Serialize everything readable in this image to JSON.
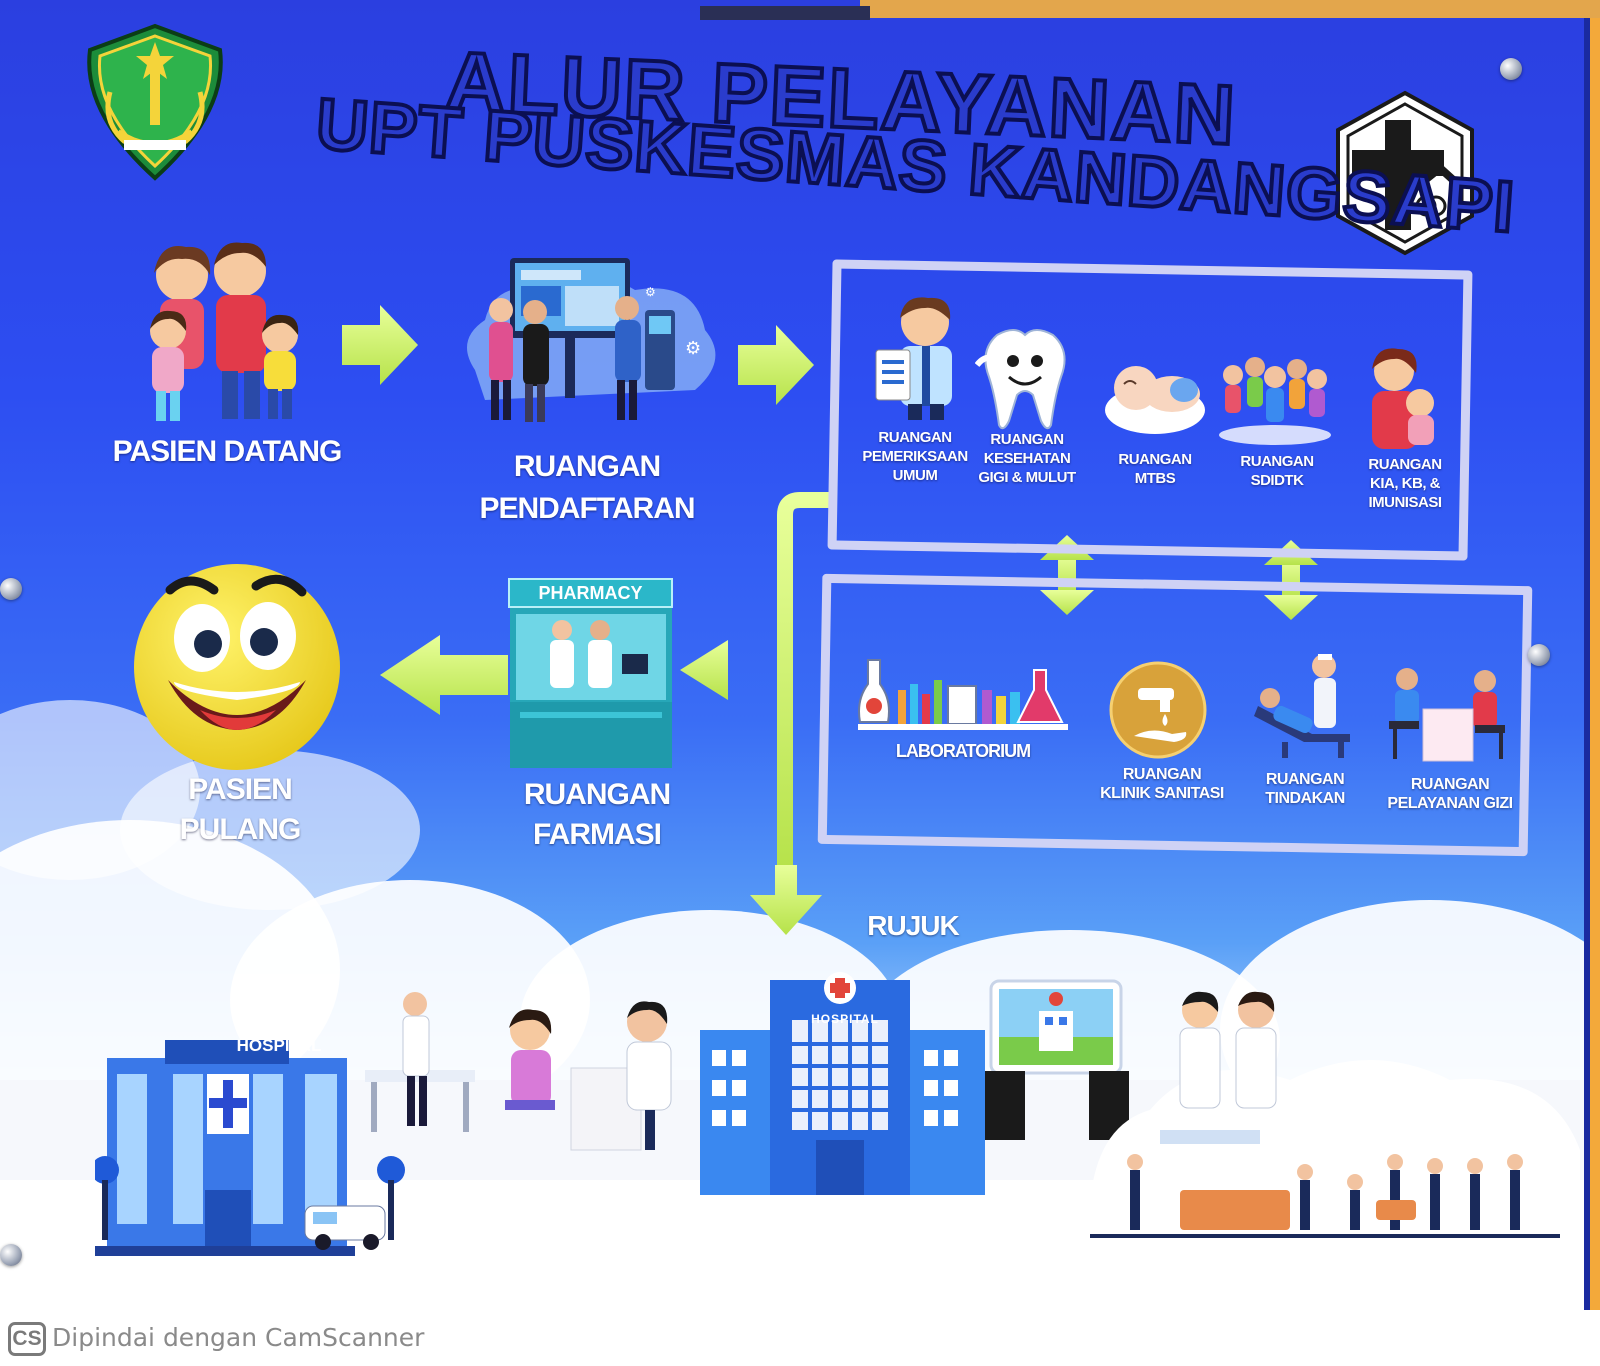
{
  "title": {
    "line1": "ALUR PELAYANAN",
    "line2": "UPT PUSKESMAS KANDANGSAPI"
  },
  "steps": {
    "patient_arrive": "PASIEN DATANG",
    "registration": [
      "RUANGAN",
      "PENDAFTARAN"
    ],
    "pharmacy_sign": "PHARMACY",
    "pharmacy": [
      "RUANGAN",
      "FARMASI"
    ],
    "patient_leave": [
      "PASIEN",
      "PULANG"
    ],
    "referral": "RUJUK"
  },
  "rooms_top": [
    {
      "lines": [
        "RUANGAN",
        "PEMERIKSAAN",
        "UMUM"
      ],
      "icon": "doctor-clipboard-icon"
    },
    {
      "lines": [
        "RUANGAN",
        "KESEHATAN",
        "GIGI & MULUT"
      ],
      "icon": "tooth-icon"
    },
    {
      "lines": [
        "RUANGAN",
        "MTBS"
      ],
      "icon": "baby-icon"
    },
    {
      "lines": [
        "RUANGAN",
        "SDIDTK"
      ],
      "icon": "children-group-icon"
    },
    {
      "lines": [
        "RUANGAN",
        "KIA, KB, &",
        "IMUNISASI"
      ],
      "icon": "mother-child-icon"
    }
  ],
  "rooms_bottom": [
    {
      "lines": [
        "LABORATORIUM"
      ],
      "icon": "lab-flasks-icon"
    },
    {
      "lines": [
        "RUANGAN",
        "KLINIK SANITASI"
      ],
      "icon": "faucet-hand-icon"
    },
    {
      "lines": [
        "RUANGAN",
        "TINDAKAN"
      ],
      "icon": "treatment-bed-icon"
    },
    {
      "lines": [
        "RUANGAN",
        "PELAYANAN GIZI"
      ],
      "icon": "consultation-desk-icon"
    }
  ],
  "scene": {
    "hospital_left": "HOSPITAL",
    "hospital_center": "HOSPITAL"
  },
  "watermark": {
    "badge": "CS",
    "text": "Dipindai dengan CamScanner"
  },
  "colors": {
    "arrow": "#c9f06a",
    "title_fill": "#2a3ccc",
    "title_stroke": "#0b0f52",
    "box_border": "#cfd2f5",
    "poster_blue": "#2d4ef2"
  }
}
